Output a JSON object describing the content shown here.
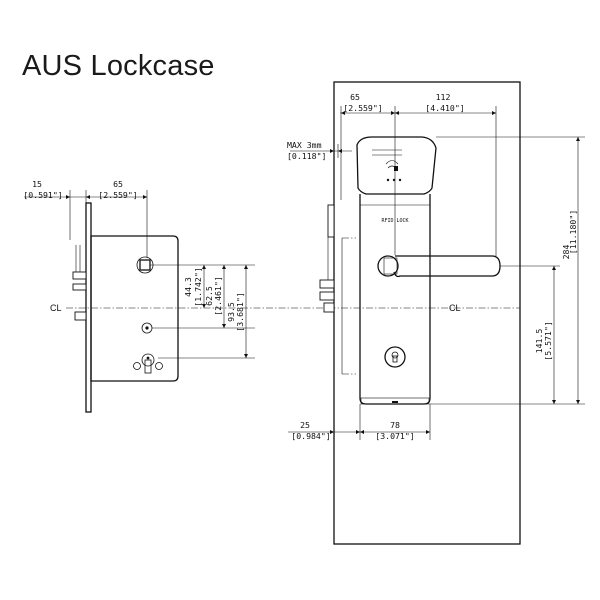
{
  "title": "AUS Lockcase",
  "centerline_label": "CL",
  "lockcase_dims": {
    "backset_left": "15",
    "backset_left_in": "[0.591\"]",
    "backset": "65",
    "backset_in": "[2.559\"]",
    "spindle_to_cl": "44.3",
    "spindle_to_cl_in": "[1.742\"]",
    "cylinder_to_cl": "62.5",
    "cylinder_to_cl_in": "[2.461\"]",
    "spindle_to_cylinder": "93.5",
    "spindle_to_cylinder_in": "[3.681\"]"
  },
  "handle_dims": {
    "backset": "65",
    "backset_in": "[2.559\"]",
    "handle_length": "112",
    "handle_length_in": "[4.410\"]",
    "max_gap": "MAX 3mm",
    "max_gap_in": "[0.118\"]",
    "plate_height": "284",
    "plate_height_in": "[11.180\"]",
    "handle_to_bottom": "141.5",
    "handle_to_bottom_in": "[5.571\"]",
    "door_offset": "25",
    "door_offset_in": "[0.984\"]",
    "plate_width": "78",
    "plate_width_in": "[3.071\"]"
  },
  "plate_printed_text": "RFID LOCK"
}
